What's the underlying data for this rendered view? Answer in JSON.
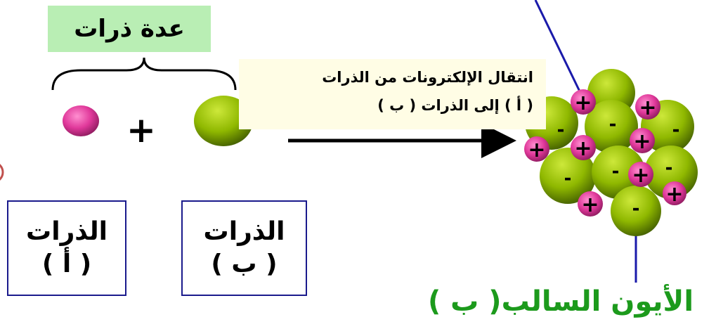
{
  "title": "عدة ذرات",
  "process": {
    "line1": "انتقال الإلكترونات من الذرات",
    "line2": "( أ ) إلى الذرات ( ب )"
  },
  "plus": "+",
  "atom_a": {
    "line1": "الذرات",
    "line2": "( أ )"
  },
  "atom_b": {
    "line1": "الذرات",
    "line2": "( ب )"
  },
  "anion_label": "الأيون السالب( ب )",
  "ion_marks": {
    "positive": "+",
    "negative": "-"
  },
  "colors": {
    "title_bg": "#b9eeb4",
    "process_bg": "#fffde5",
    "atom_a_fill": "#e0389a",
    "atom_b_fill": "#8fb800",
    "box_border": "#1a1a8c",
    "anion_label": "#1c9a1c"
  }
}
